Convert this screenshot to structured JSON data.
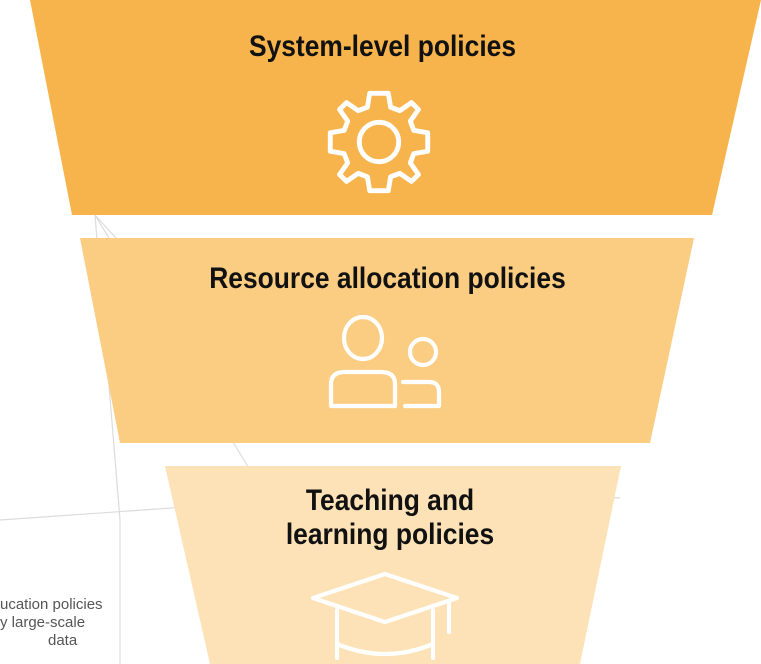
{
  "colors": {
    "tier1": "#F7B44C",
    "tier2": "#FBCD82",
    "tier3": "#FCE2B6",
    "icon": "#ffffff",
    "text": "#111111",
    "bg_lines": "#d9d9d9"
  },
  "tiers": [
    {
      "label": "System-level policies",
      "icon": "gear-icon"
    },
    {
      "label": "Resource allocation policies",
      "icon": "users-icon"
    },
    {
      "label_line1": "Teaching and",
      "label_line2": "learning policies",
      "icon": "graduation-cap-icon"
    }
  ],
  "side_text": {
    "line1": "ucation policies",
    "line2": "y large-scale",
    "line3": "data"
  }
}
